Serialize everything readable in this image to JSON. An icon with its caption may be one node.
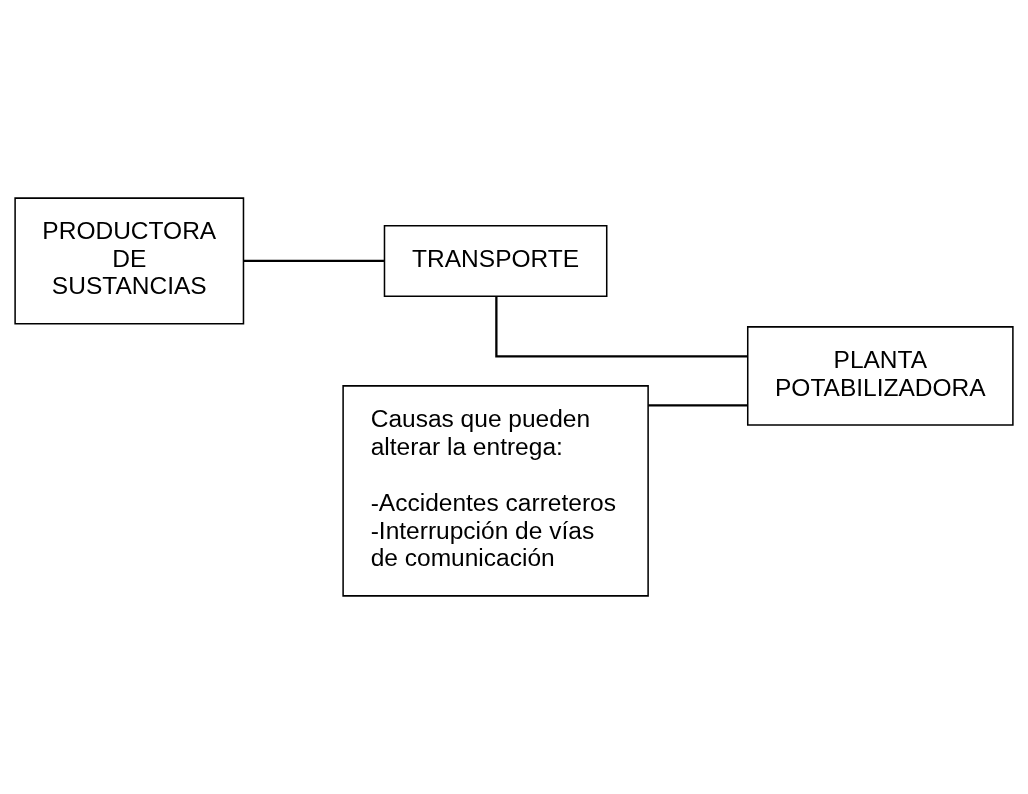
{
  "diagram": {
    "nodes": [
      {
        "text": [
          "PRODUCTORA DE SUSTANCIAS"
        ]
      },
      {
        "text": [
          "TRANSPORTE"
        ]
      },
      {
        "text": [
          "PLANTA POTABILIZADORA"
        ]
      },
      {
        "text": [
          "Causas que pueden alterar la entrega:",
          "-Accidentes carreteros",
          "-Interrupción de vías de comunicación"
        ]
      }
    ],
    "edges": [
      {
        "from": 0,
        "to": 1,
        "arrow": "none"
      },
      {
        "from": 1,
        "to": 2,
        "arrow": "none"
      },
      {
        "from": 3,
        "to": 2,
        "arrow": "none"
      }
    ]
  }
}
